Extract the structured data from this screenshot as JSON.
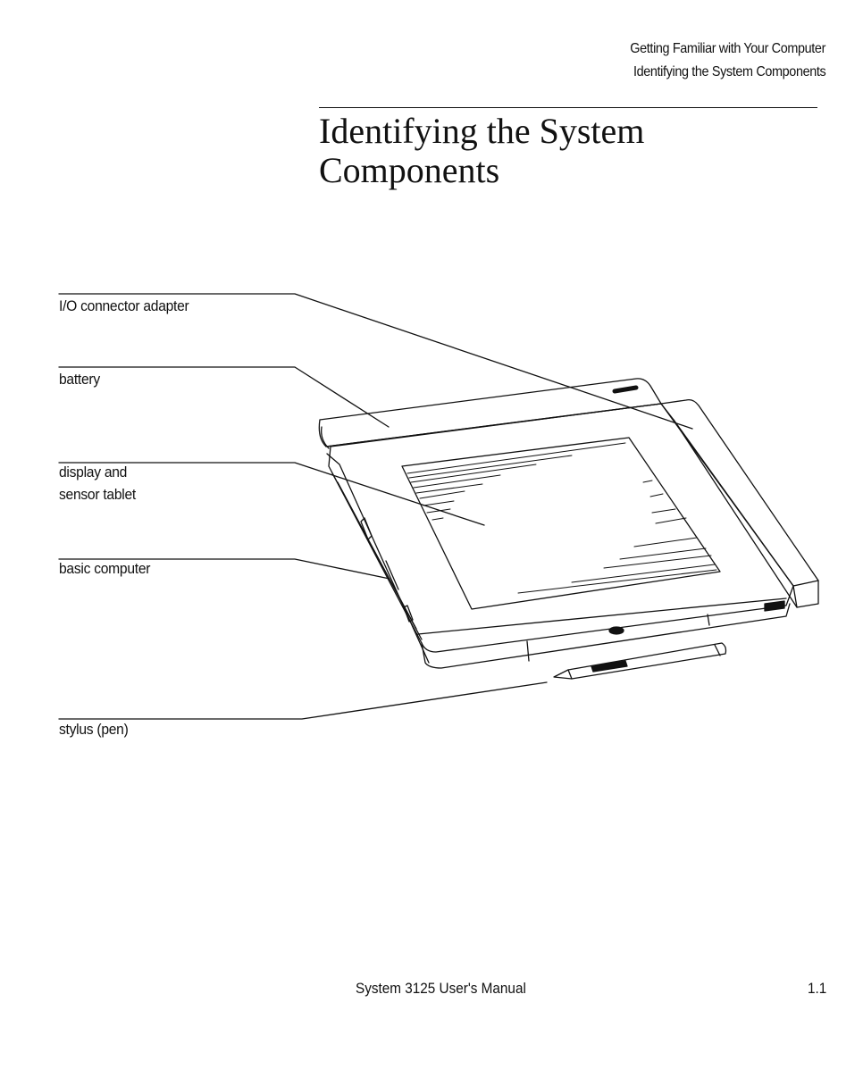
{
  "header": {
    "chapter": "Getting Familiar with Your Computer",
    "section": "Identifying the System Components"
  },
  "title": {
    "line1": "Identifying the System",
    "line2": "Components"
  },
  "callouts": {
    "io_adapter": "I/O connector adapter",
    "battery": "battery",
    "display_line1": "display  and",
    "display_line2": "sensor tablet",
    "basic_computer": "basic computer",
    "stylus": "stylus (pen)"
  },
  "footer": {
    "manual": "System 3125  User's Manual",
    "page": "1.1"
  }
}
